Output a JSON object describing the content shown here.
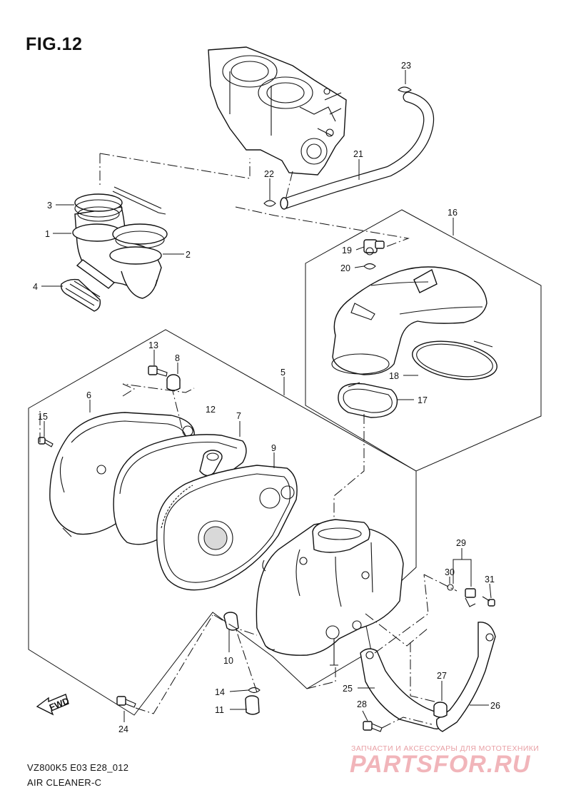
{
  "figure": {
    "title": "FIG.12"
  },
  "footer": {
    "model_code": "VZ800K5 E03 E28_012",
    "section_name": "AIR CLEANER-C"
  },
  "fwd_arrow": {
    "label": "FWD"
  },
  "watermark": {
    "tagline": "ЗАПЧАСТИ И АКСЕССУАРЫ ДЛЯ МОТОТЕХНИКИ",
    "brand": "PARTSFOR.RU"
  },
  "callouts": [
    "1",
    "2",
    "3",
    "4",
    "5",
    "6",
    "7",
    "8",
    "9",
    "10",
    "11",
    "12",
    "13",
    "14",
    "15",
    "16",
    "17",
    "18",
    "19",
    "20",
    "21",
    "22",
    "23",
    "24",
    "25",
    "26",
    "27",
    "28",
    "29",
    "30",
    "31"
  ]
}
